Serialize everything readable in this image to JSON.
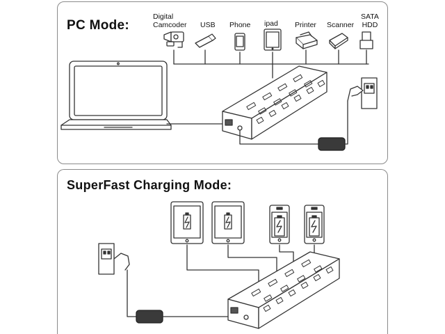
{
  "pc_mode": {
    "heading": "PC Mode:",
    "devices": [
      {
        "label_line1": "Digital",
        "label_line2": "Camcoder",
        "icon": "camcorder-icon"
      },
      {
        "label_line1": "",
        "label_line2": "USB",
        "icon": "usb-stick-icon"
      },
      {
        "label_line1": "",
        "label_line2": "Phone",
        "icon": "phone-icon"
      },
      {
        "label_line1": "ipad",
        "label_line2": "",
        "icon": "tablet-icon"
      },
      {
        "label_line1": "",
        "label_line2": "Printer",
        "icon": "printer-icon"
      },
      {
        "label_line1": "",
        "label_line2": "Scanner",
        "icon": "scanner-icon"
      },
      {
        "label_line1": "SATA",
        "label_line2": "HDD",
        "icon": "hdd-dock-icon"
      }
    ]
  },
  "charging_mode": {
    "heading": "SuperFast Charging Mode:",
    "devices": [
      {
        "icon": "tablet-charging-icon"
      },
      {
        "icon": "tablet-charging-icon"
      },
      {
        "icon": "phone-charging-icon"
      },
      {
        "icon": "phone-charging-icon"
      }
    ]
  },
  "colors": {
    "stroke": "#333333",
    "panel_border": "#8a8a8a",
    "adapter": "#3a3a3a"
  }
}
